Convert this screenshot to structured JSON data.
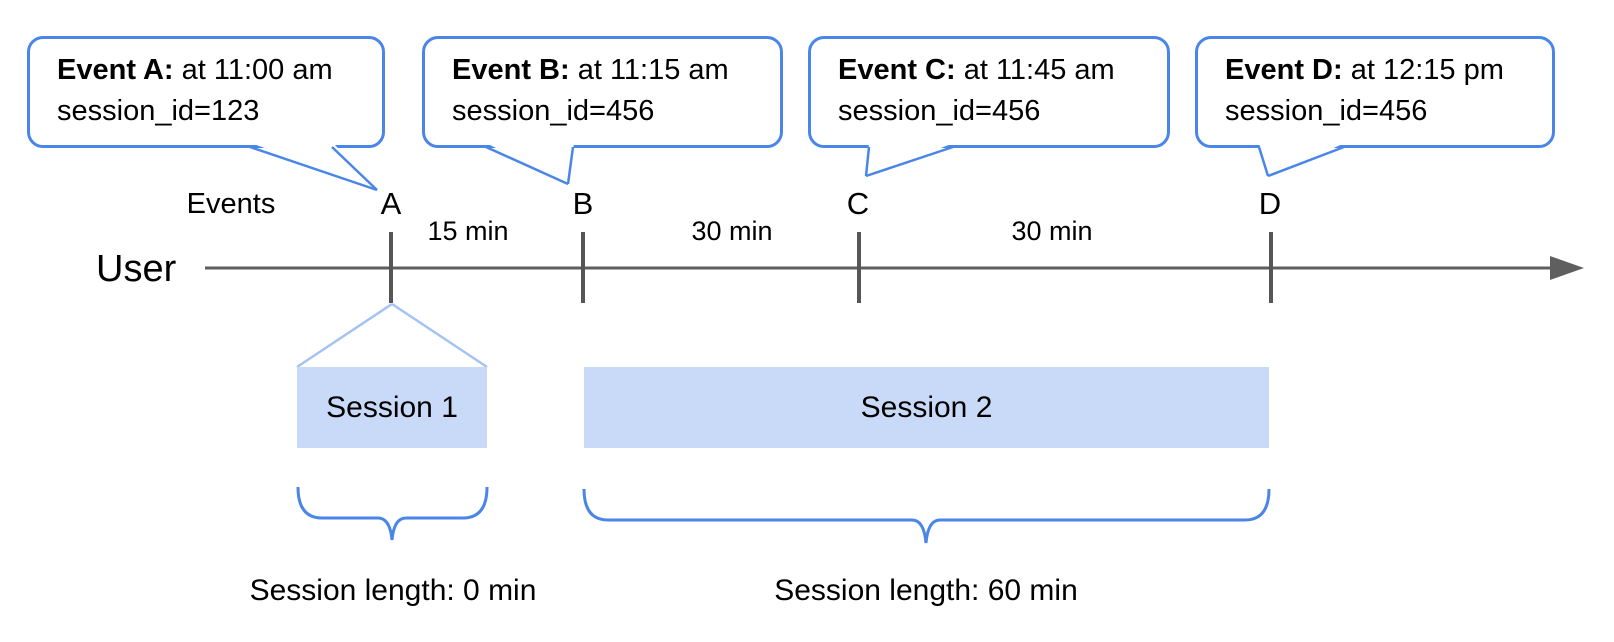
{
  "bubbles": [
    {
      "name": "Event A:",
      "time": " at 11:00 am",
      "session_id": "session_id=123"
    },
    {
      "name": "Event B:",
      "time": " at 11:15 am",
      "session_id": "session_id=456"
    },
    {
      "name": "Event C:",
      "time": " at 11:45 am",
      "session_id": "session_id=456"
    },
    {
      "name": "Event D:",
      "time": " at 12:15 pm",
      "session_id": "session_id=456"
    }
  ],
  "axis": {
    "events_label": "Events",
    "user_label": "User",
    "event_markers": [
      "A",
      "B",
      "C",
      "D"
    ],
    "intervals": [
      "15 min",
      "30 min",
      "30 min"
    ]
  },
  "sessions": [
    {
      "label": "Session 1",
      "length": "Session length: 0 min"
    },
    {
      "label": "Session 2",
      "length": "Session length: 60 min"
    }
  ],
  "colors": {
    "accent_blue": "#4a86e8",
    "session_fill": "#c9daf8",
    "funnel_line": "#a4c2f4",
    "timeline_gray": "#5f5f5f"
  }
}
